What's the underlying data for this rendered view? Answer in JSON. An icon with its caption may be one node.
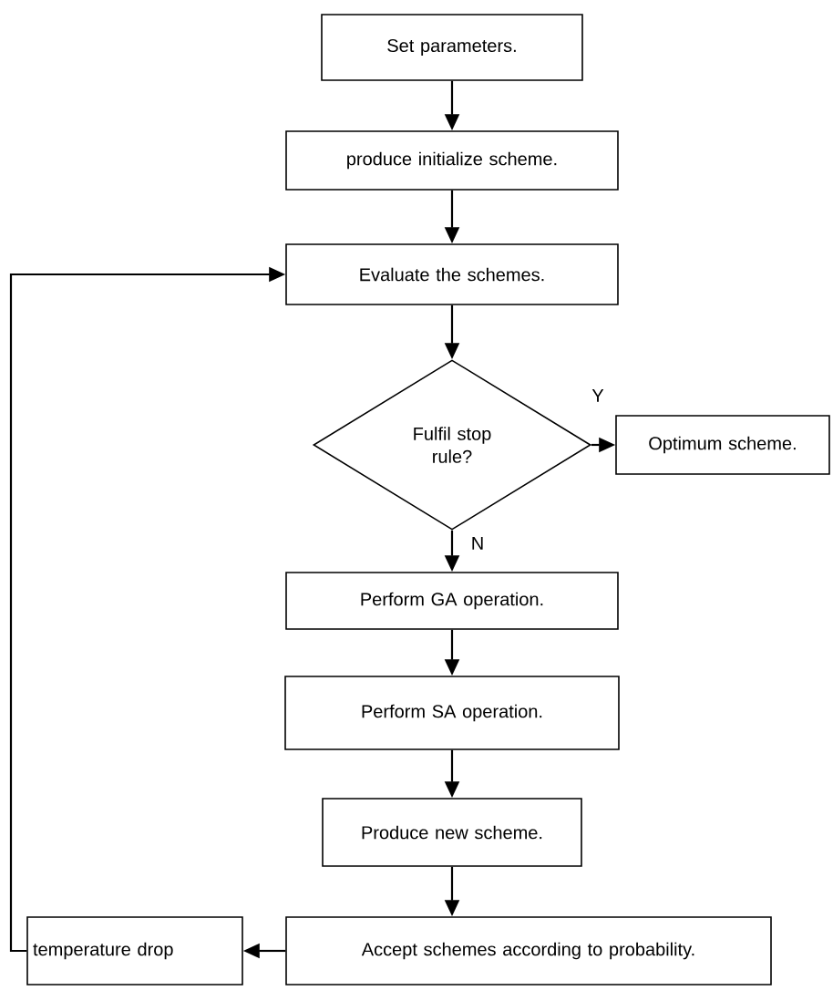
{
  "diagram": {
    "nodes": [
      {
        "text": [
          "Set parameters."
        ]
      },
      {
        "text": [
          "produce initialize scheme."
        ]
      },
      {
        "text": [
          "Evaluate the schemes."
        ]
      },
      {
        "text": [
          "Fulfil stop rule?"
        ]
      },
      {
        "text": [
          "Optimum scheme."
        ]
      },
      {
        "text": [
          "Perform GA operation."
        ]
      },
      {
        "text": [
          "Perform SA operation."
        ]
      },
      {
        "text": [
          "Produce new scheme."
        ]
      },
      {
        "text": [
          "Accept schemes according to probability."
        ]
      },
      {
        "text": [
          "temperature drop"
        ]
      }
    ],
    "edges": [
      {
        "from": 0,
        "to": 1,
        "arrow": "to"
      },
      {
        "from": 1,
        "to": 2,
        "arrow": "to"
      },
      {
        "from": 2,
        "to": 3,
        "arrow": "to"
      },
      {
        "from": 3,
        "to": 4,
        "arrow": "to",
        "label": "Y"
      },
      {
        "from": 3,
        "to": 5,
        "arrow": "to",
        "label": "N"
      },
      {
        "from": 5,
        "to": 6,
        "arrow": "to"
      },
      {
        "from": 6,
        "to": 7,
        "arrow": "to"
      },
      {
        "from": 7,
        "to": 8,
        "arrow": "to"
      },
      {
        "from": 8,
        "to": 9,
        "arrow": "to"
      },
      {
        "from": 9,
        "to": 2,
        "arrow": "to"
      }
    ]
  }
}
